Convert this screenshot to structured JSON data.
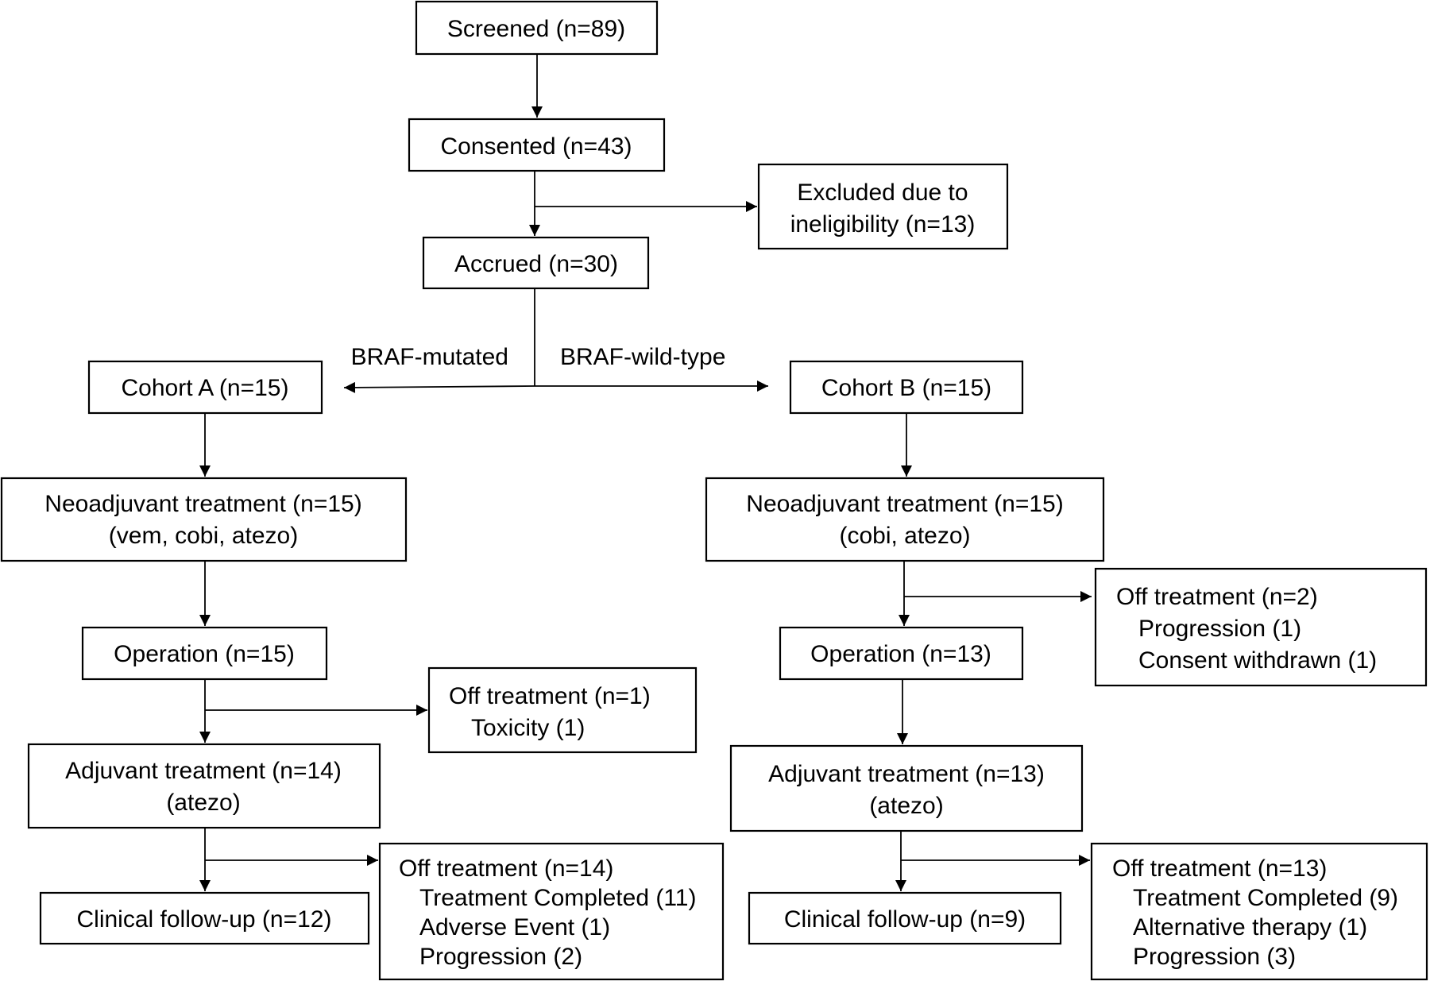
{
  "nodes": {
    "screened": [
      "Screened (n=89)"
    ],
    "consented": [
      "Consented (n=43)"
    ],
    "excluded": [
      "Excluded due to",
      "ineligibility (n=13)"
    ],
    "accrued": [
      "Accrued (n=30)"
    ],
    "cohort_a": [
      "Cohort A (n=15)"
    ],
    "cohort_b": [
      "Cohort B (n=15)"
    ],
    "neo_a": [
      "Neoadjuvant treatment (n=15)",
      "(vem, cobi, atezo)"
    ],
    "neo_b": [
      "Neoadjuvant treatment (n=15)",
      "(cobi, atezo)"
    ],
    "op_a": [
      "Operation (n=15)"
    ],
    "op_b": [
      "Operation (n=13)"
    ],
    "off_b1": [
      "Off treatment (n=2)",
      "Progression (1)",
      "Consent withdrawn (1)"
    ],
    "off_a1": [
      "Off treatment (n=1)",
      "Toxicity (1)"
    ],
    "adj_a": [
      "Adjuvant treatment (n=14)",
      "(atezo)"
    ],
    "adj_b": [
      "Adjuvant treatment (n=13)",
      "(atezo)"
    ],
    "fu_a": [
      "Clinical follow-up (n=12)"
    ],
    "fu_b": [
      "Clinical follow-up (n=9)"
    ],
    "off_a2": [
      "Off treatment (n=14)",
      "Treatment Completed (11)",
      "Adverse Event (1)",
      "Progression (2)"
    ],
    "off_b2": [
      "Off treatment (n=13)",
      "Treatment Completed (9)",
      "Alternative therapy (1)",
      "Progression (3)"
    ]
  },
  "edge_labels": {
    "braf_mutated": "BRAF-mutated",
    "braf_wild_type": "BRAF-wild-type"
  }
}
